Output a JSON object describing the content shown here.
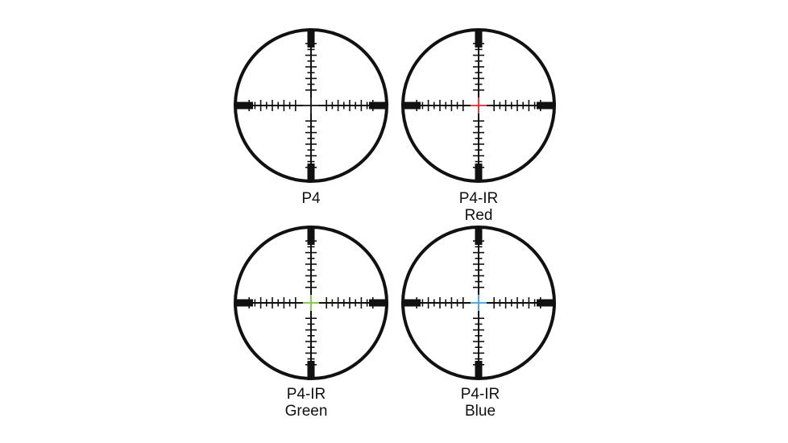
{
  "ring_color": "#111111",
  "reticles": [
    {
      "label_lines": [
        "P4"
      ],
      "center_color": "#111111",
      "center_icon": "black-crosshair-center-icon"
    },
    {
      "label_lines": [
        "P4-IR",
        "Red"
      ],
      "center_color": "#e0262e",
      "center_icon": "red-illuminated-crosshair-center-icon"
    },
    {
      "label_lines": [
        "P4-IR",
        "Green"
      ],
      "center_color": "#7cc242",
      "center_icon": "green-illuminated-crosshair-center-icon"
    },
    {
      "label_lines": [
        "P4-IR",
        "Blue"
      ],
      "center_color": "#3f9fe0",
      "center_icon": "blue-illuminated-crosshair-center-icon"
    }
  ]
}
